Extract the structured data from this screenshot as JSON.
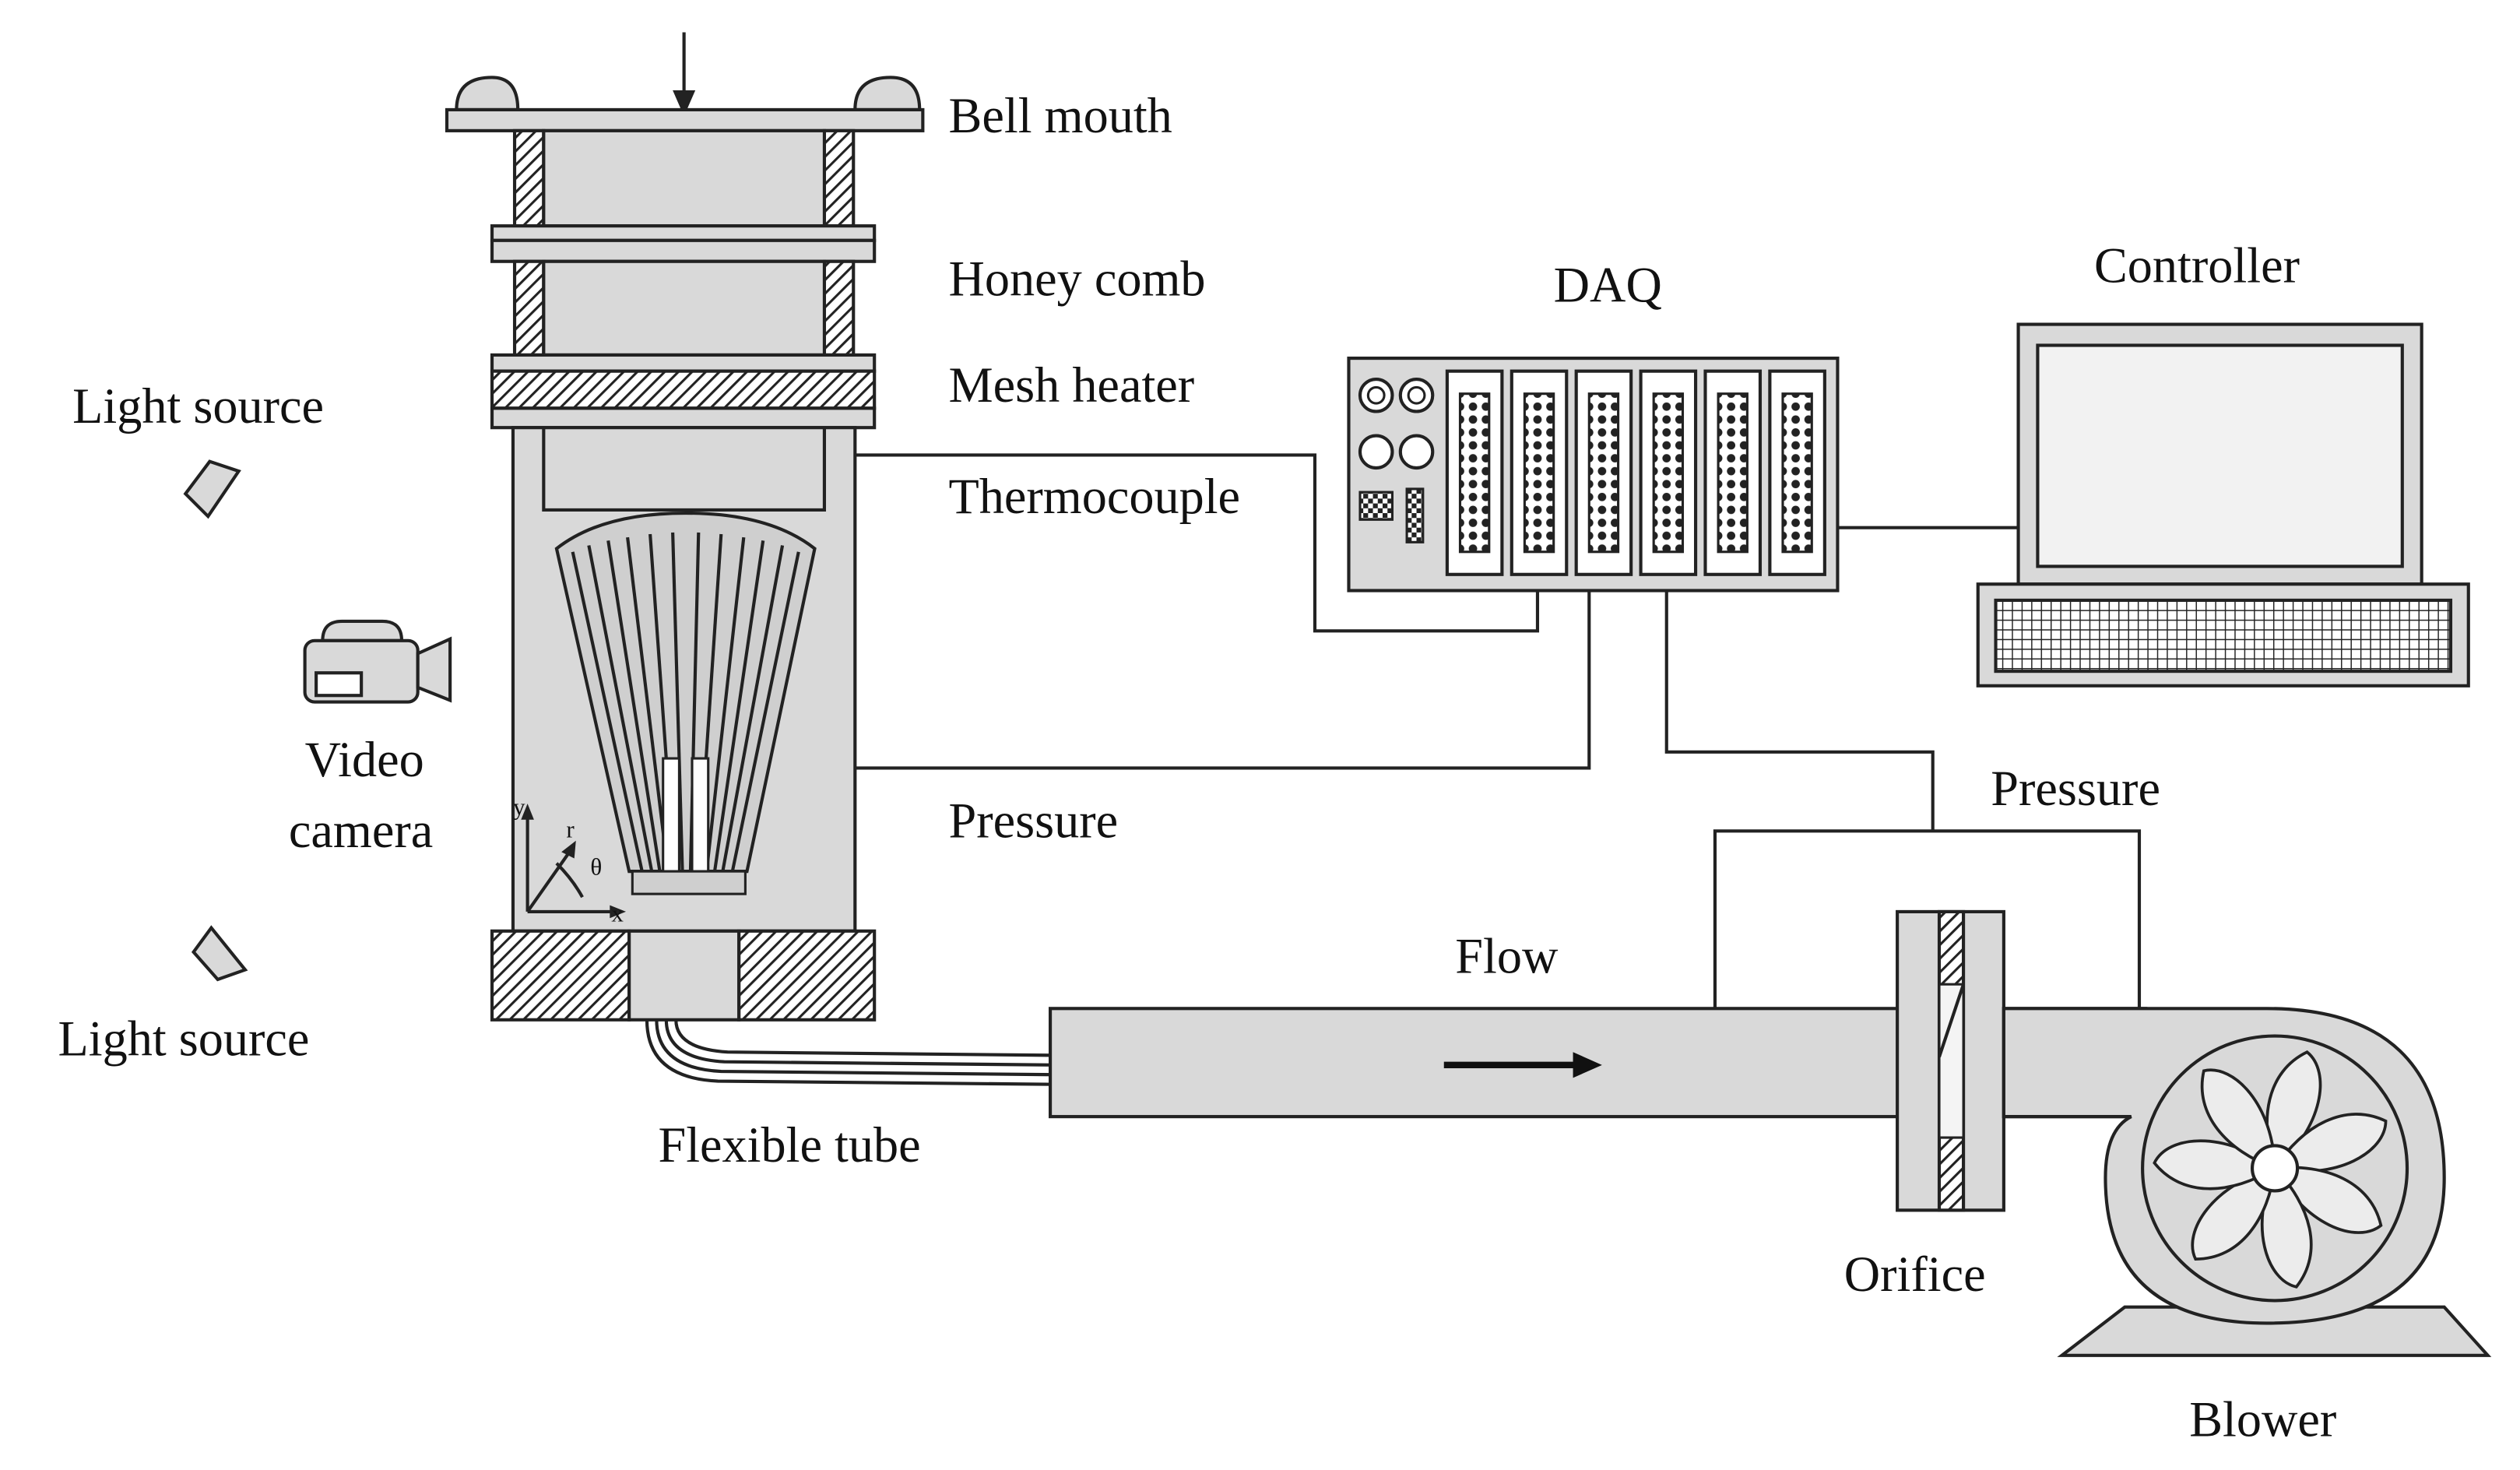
{
  "labels": {
    "bell_mouth": "Bell mouth",
    "honey_comb": "Honey comb",
    "mesh_heater": "Mesh heater",
    "thermocouple": "Thermocouple",
    "pressure_left": "Pressure",
    "pressure_right": "Pressure",
    "daq": "DAQ",
    "controller": "Controller",
    "light_source_top": "Light source",
    "light_source_bottom": "Light source",
    "video_line1": "Video",
    "video_line2": "camera",
    "flexible_tube": "Flexible tube",
    "flow": "Flow",
    "orifice": "Orifice",
    "blower": "Blower",
    "axis_y": "y",
    "axis_r": "r",
    "axis_theta": "θ",
    "axis_x": "x"
  },
  "colors": {
    "fill": "#d9d9d9",
    "stroke": "#222222",
    "screen": "#f2f2f2",
    "background": "#ffffff"
  }
}
